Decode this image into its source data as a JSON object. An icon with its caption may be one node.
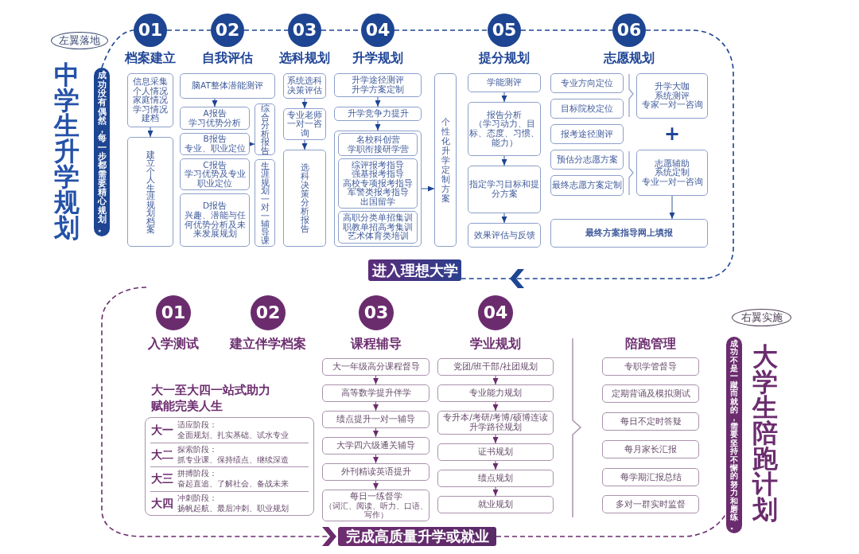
{
  "diagram": {
    "nodes": [
      {
        "text": [
          "左翼落地"
        ]
      },
      {
        "text": [
          "成功没有偶然，每一步都需要精心规划。"
        ]
      },
      {
        "text": [
          "01"
        ],
        "beside": [
          "档案建立"
        ]
      },
      {
        "text": [
          "信息采集",
          "个人情况",
          "家庭情况",
          "学习情况",
          "建档"
        ]
      },
      {
        "text": [
          "建立个人生涯规划档案"
        ]
      },
      {
        "text": [
          "02"
        ],
        "beside": [
          "自我评估"
        ]
      },
      {
        "text": [
          "脑AT整体潜能测评"
        ]
      },
      {
        "text": [
          "A报告",
          "学习优势分析"
        ]
      },
      {
        "text": [
          "B报告",
          "专业、职业定位"
        ]
      },
      {
        "text": [
          "C报告",
          "学习优势及专业职业定位"
        ]
      },
      {
        "text": [
          "D报告",
          "兴趣、潜能与任何优势分析及未来发展规划"
        ]
      },
      {
        "text": [
          "综合分析报告"
        ]
      },
      {
        "text": [
          "生涯规划一对一辅导课"
        ]
      },
      {
        "text": [
          "03"
        ],
        "beside": [
          "选科规划"
        ]
      },
      {
        "text": [
          "系统选科决策评估"
        ]
      },
      {
        "text": [
          "专业老师一对一咨询"
        ]
      },
      {
        "text": [
          "选科决策分析报告"
        ]
      },
      {
        "text": [
          "04"
        ],
        "beside": [
          "升学规划"
        ]
      },
      {
        "text": [
          "升学途径测评",
          "升学方案定制"
        ]
      },
      {
        "text": [
          "升学竞争力提升"
        ]
      },
      {
        "text": [],
        "shape": "box"
      },
      {
        "text": [
          "名校科创营",
          "学职衔接研学营"
        ],
        "in": 20
      },
      {
        "text": [
          "综评报考指导",
          "强基报考指导",
          "高校专项报考指导",
          "军警类报考指导",
          "出国留学"
        ],
        "in": 20
      },
      {
        "text": [
          "高职分类单招集训",
          "职教单招高考集训",
          "艺术体育类培训"
        ],
        "in": 20
      },
      {
        "text": [
          "个性化升学定制方案"
        ]
      },
      {
        "text": [
          "05"
        ],
        "beside": [
          "提分规划"
        ]
      },
      {
        "text": [
          "学能测评"
        ]
      },
      {
        "text": [
          "报告分析",
          "（学习动力、目标、态度、习惯、能力）"
        ]
      },
      {
        "text": [
          "指定学习目标和提分方案"
        ]
      },
      {
        "text": [
          "效果评估与反馈"
        ]
      },
      {
        "text": [
          "06"
        ],
        "beside": [
          "志愿规划"
        ]
      },
      {
        "text": [
          "专业方向定位"
        ]
      },
      {
        "text": [
          "目标院校定位"
        ]
      },
      {
        "text": [
          "报考途径测评"
        ]
      },
      {
        "text": [
          "预估分志愿方案"
        ]
      },
      {
        "text": [
          "最终志愿方案定制"
        ]
      },
      {
        "text": [
          "升学大咖",
          "系统测评",
          "专家一对一咨询"
        ]
      },
      {
        "text": [
          "志愿辅助",
          "系统定制",
          "专业一对一咨询"
        ]
      },
      {
        "text": [
          "最终方案指导网上填报"
        ]
      },
      {
        "text": [
          "进入理想大学"
        ]
      },
      {
        "text": [
          "01"
        ],
        "beside": [
          "入学测试"
        ]
      },
      {
        "text": [
          "02"
        ],
        "beside": [
          "建立伴学档案"
        ]
      },
      {
        "text": [
          "03"
        ],
        "beside": [
          "课程辅导"
        ]
      },
      {
        "text": [
          "04"
        ],
        "beside": [
          "学业规划"
        ]
      },
      {
        "text": [
          "大一",
          "适应阶段：",
          "全面规划、扎实基础、试水专业",
          "大二",
          "探索阶段：",
          "抓专业课、保持绩点、继续深造",
          "大三",
          "拼搏阶段：",
          "奋起直追、了解社会、备战未来",
          "大四",
          "冲刺阶段：",
          "扬帆起航、最后冲刺、职业规划"
        ],
        "beside": [
          "大一至大四一站式助力",
          "赋能完美人生"
        ]
      },
      {
        "text": [
          "大一年级高分课程督导"
        ]
      },
      {
        "text": [
          "高等数学提升伴学"
        ]
      },
      {
        "text": [
          "绩点提升一对一辅导"
        ]
      },
      {
        "text": [
          "大学四六级通关辅导"
        ]
      },
      {
        "text": [
          "外刊精读英语提升"
        ]
      },
      {
        "text": [
          "每日一练督学",
          "（词汇、阅读、听力、口语、写作）"
        ]
      },
      {
        "text": [
          "党团/班干部/社团规划"
        ]
      },
      {
        "text": [
          "专业能力规划"
        ]
      },
      {
        "text": [
          "专升本/考研/考博/硕博连读",
          "升学路径规划"
        ]
      },
      {
        "text": [
          "证书规划"
        ]
      },
      {
        "text": [
          "绩点规划"
        ]
      },
      {
        "text": [
          "就业规划"
        ]
      },
      {
        "text": [
          "专职学管督导"
        ]
      },
      {
        "text": [
          "定期背诵及模拟测试"
        ]
      },
      {
        "text": [
          "每日不定时答疑"
        ]
      },
      {
        "text": [
          "每月家长汇报"
        ]
      },
      {
        "text": [
          "每学期汇报总结"
        ]
      },
      {
        "text": [
          "多对一群实时监督"
        ]
      },
      {
        "text": [
          "右翼实施"
        ]
      },
      {
        "text": [
          "成功不是一蹴而就的，需要坚持不懈的努力和磨练。"
        ]
      },
      {
        "text": [
          "完成高质量升学或就业"
        ]
      }
    ],
    "edges": [
      {
        "from": 1,
        "to": 2,
        "arrow": "none",
        "style": "dashed"
      },
      {
        "from": 2,
        "to": 5,
        "arrow": "none",
        "style": "dashed"
      },
      {
        "from": 5,
        "to": 13,
        "arrow": "none",
        "style": "dashed"
      },
      {
        "from": 13,
        "to": 17,
        "arrow": "none",
        "style": "dashed"
      },
      {
        "from": 17,
        "to": 25,
        "arrow": "none",
        "style": "dashed"
      },
      {
        "from": 25,
        "to": 30,
        "arrow": "none",
        "style": "dashed"
      },
      {
        "from": 30,
        "to": 39,
        "arrow": "to",
        "style": "dashed"
      },
      {
        "from": null,
        "to": 65,
        "arrow": "to",
        "style": "dashed",
        "color": "#6b2c6e"
      },
      {
        "from": 65,
        "to": 64,
        "arrow": "none",
        "style": "dashed",
        "color": "#6b2c6e"
      },
      {
        "from": 3,
        "to": 4,
        "arrow": "to"
      },
      {
        "from": 6,
        "to": 7,
        "arrow": "to"
      },
      {
        "from": 8,
        "to": 11,
        "arrow": "to"
      },
      {
        "from": 14,
        "to": 15,
        "arrow": "to"
      },
      {
        "from": 15,
        "to": 16,
        "arrow": "to"
      },
      {
        "from": 18,
        "to": 19,
        "arrow": "to"
      },
      {
        "from": 19,
        "to": 20,
        "arrow": "to"
      },
      {
        "from": 20,
        "to": 24,
        "arrow": "to"
      },
      {
        "from": 26,
        "to": 27,
        "arrow": "to"
      },
      {
        "from": 27,
        "to": 28,
        "arrow": "to"
      },
      {
        "from": 28,
        "to": 29,
        "arrow": "to"
      },
      {
        "from": 37,
        "to": 38,
        "arrow": "to"
      },
      {
        "from": 45,
        "to": 46,
        "arrow": "to",
        "color": "#6b2c6e"
      },
      {
        "from": 46,
        "to": 47,
        "arrow": "to",
        "color": "#6b2c6e"
      },
      {
        "from": 47,
        "to": 48,
        "arrow": "to",
        "color": "#6b2c6e"
      },
      {
        "from": 48,
        "to": 49,
        "arrow": "to",
        "color": "#6b2c6e"
      },
      {
        "from": 49,
        "to": 50,
        "arrow": "to",
        "color": "#6b2c6e"
      },
      {
        "from": 51,
        "to": 52,
        "arrow": "to",
        "color": "#6b2c6e"
      },
      {
        "from": 52,
        "to": 53,
        "arrow": "to",
        "color": "#6b2c6e"
      },
      {
        "from": 53,
        "to": 54,
        "arrow": "to",
        "color": "#6b2c6e"
      },
      {
        "from": 54,
        "to": 55,
        "arrow": "to",
        "color": "#6b2c6e"
      },
      {
        "from": 55,
        "to": 56,
        "arrow": "to",
        "color": "#6b2c6e"
      }
    ],
    "labels": [
      "中学生升学规划",
      "+",
      "陪跑管理",
      "大学生陪跑计划"
    ]
  }
}
